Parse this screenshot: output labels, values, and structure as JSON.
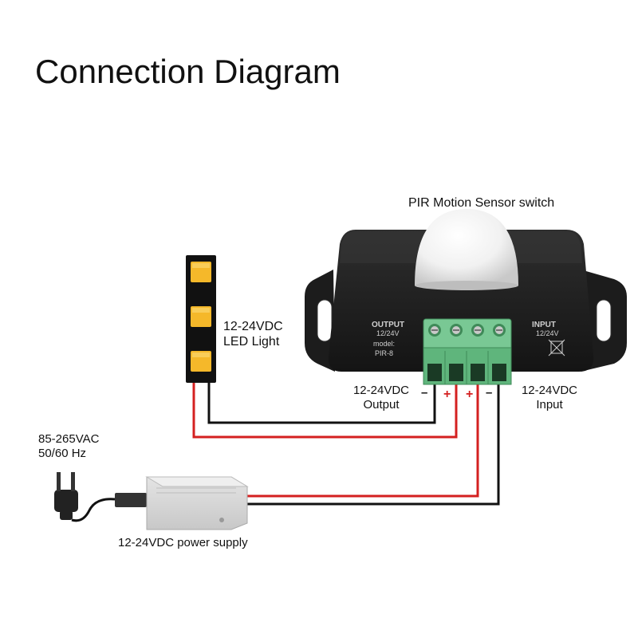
{
  "title": "Connection Diagram",
  "sensor": {
    "name": "PIR Motion Sensor switch",
    "output_label": "OUTPUT",
    "output_voltage": "12/24V",
    "model_label": "model:",
    "model": "PIR-8",
    "input_label": "INPUT",
    "input_voltage": "12/24V"
  },
  "led": {
    "voltage": "12-24VDC",
    "name": "LED Light"
  },
  "output_terminal": {
    "voltage": "12-24VDC",
    "name": "Output"
  },
  "input_terminal": {
    "voltage": "12-24VDC",
    "name": "Input"
  },
  "terminal_signs": {
    "out_neg": "–",
    "out_pos": "+",
    "in_pos": "+",
    "in_neg": "–"
  },
  "mains": {
    "voltage": "85-265VAC",
    "frequency": "50/60 Hz"
  },
  "power_supply": {
    "label": "12-24VDC power supply"
  },
  "colors": {
    "wire_red": "#d42020",
    "wire_black": "#111111",
    "terminal_green": "#6cc38a",
    "led_yellow": "#f5b82a"
  }
}
